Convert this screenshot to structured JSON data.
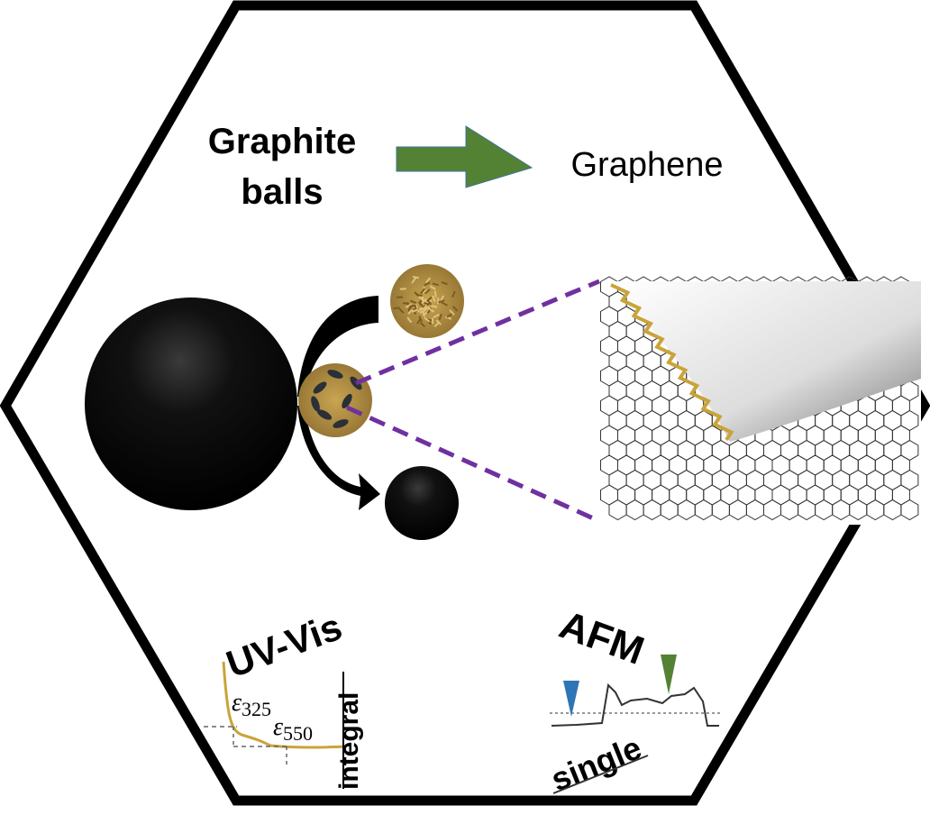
{
  "header": {
    "source_line1": "Graphite",
    "source_line2": "balls",
    "target": "Graphene"
  },
  "uvvis": {
    "title": "UV-Vis",
    "eps1_sym": "ε",
    "eps1_sub": "325",
    "eps2_sym": "ε",
    "eps2_sub": "550",
    "side_label": "integral"
  },
  "afm": {
    "title": "AFM",
    "side_label": "single"
  },
  "colors": {
    "arrow": "#548235",
    "dashed": "#7030a0",
    "gold": "#c9a43a",
    "blue_marker": "#2e75b6",
    "green_marker": "#548235"
  }
}
